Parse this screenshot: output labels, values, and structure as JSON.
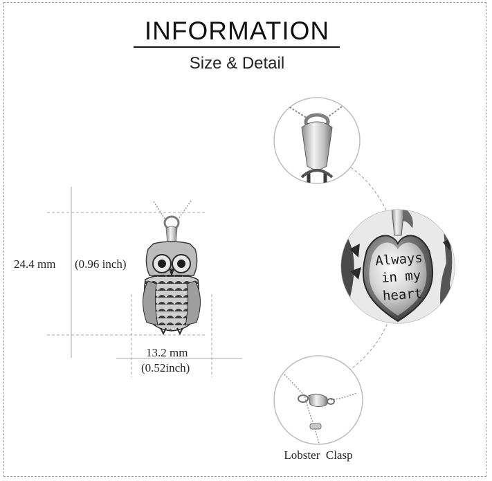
{
  "header": {
    "title": "INFORMATION",
    "subtitle": "Size & Detail"
  },
  "dimensions": {
    "height_mm": "24.4 mm",
    "height_inch": "(0.96 inch)",
    "width_mm": "13.2 mm",
    "width_inch": "(0.52inch)"
  },
  "details": {
    "engraving_lines": [
      "Always",
      "in my",
      "heart"
    ],
    "clasp_caption": "Lobster  Clasp"
  },
  "colors": {
    "text": "#222222",
    "guide": "#a8a8a8",
    "silver": "#d9d9d9",
    "oxidized": "#2b2b2b"
  }
}
